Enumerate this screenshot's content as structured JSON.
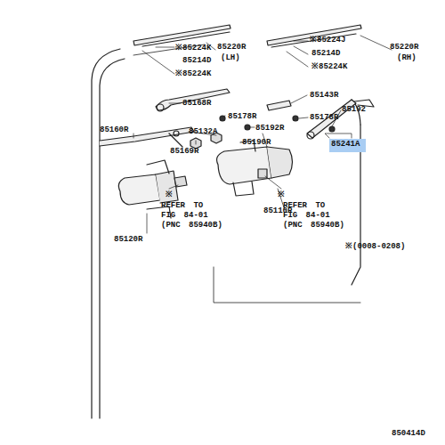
{
  "diagram": {
    "nodes": [
      {
        "text": [
          "85241A"
        ]
      }
    ],
    "labels": [
      "※85224K",
      "85220R",
      "(LH)",
      "85214D",
      "※85224K",
      "※85224J",
      "85220R",
      "(RH)",
      "85214D",
      "※85224K",
      "85168R",
      "85178R",
      "85143R",
      "85192",
      "85132A",
      "85178R",
      "85160R",
      "85169R",
      "85190R",
      "85192R",
      "※",
      "REFER TO FIG 84-01 (PNC 85940B)",
      "85120R",
      "※",
      "REFER TO FIG 84-01 (PNC 85940B)",
      "85110R",
      "※(0008-0208)",
      "850414D"
    ]
  }
}
